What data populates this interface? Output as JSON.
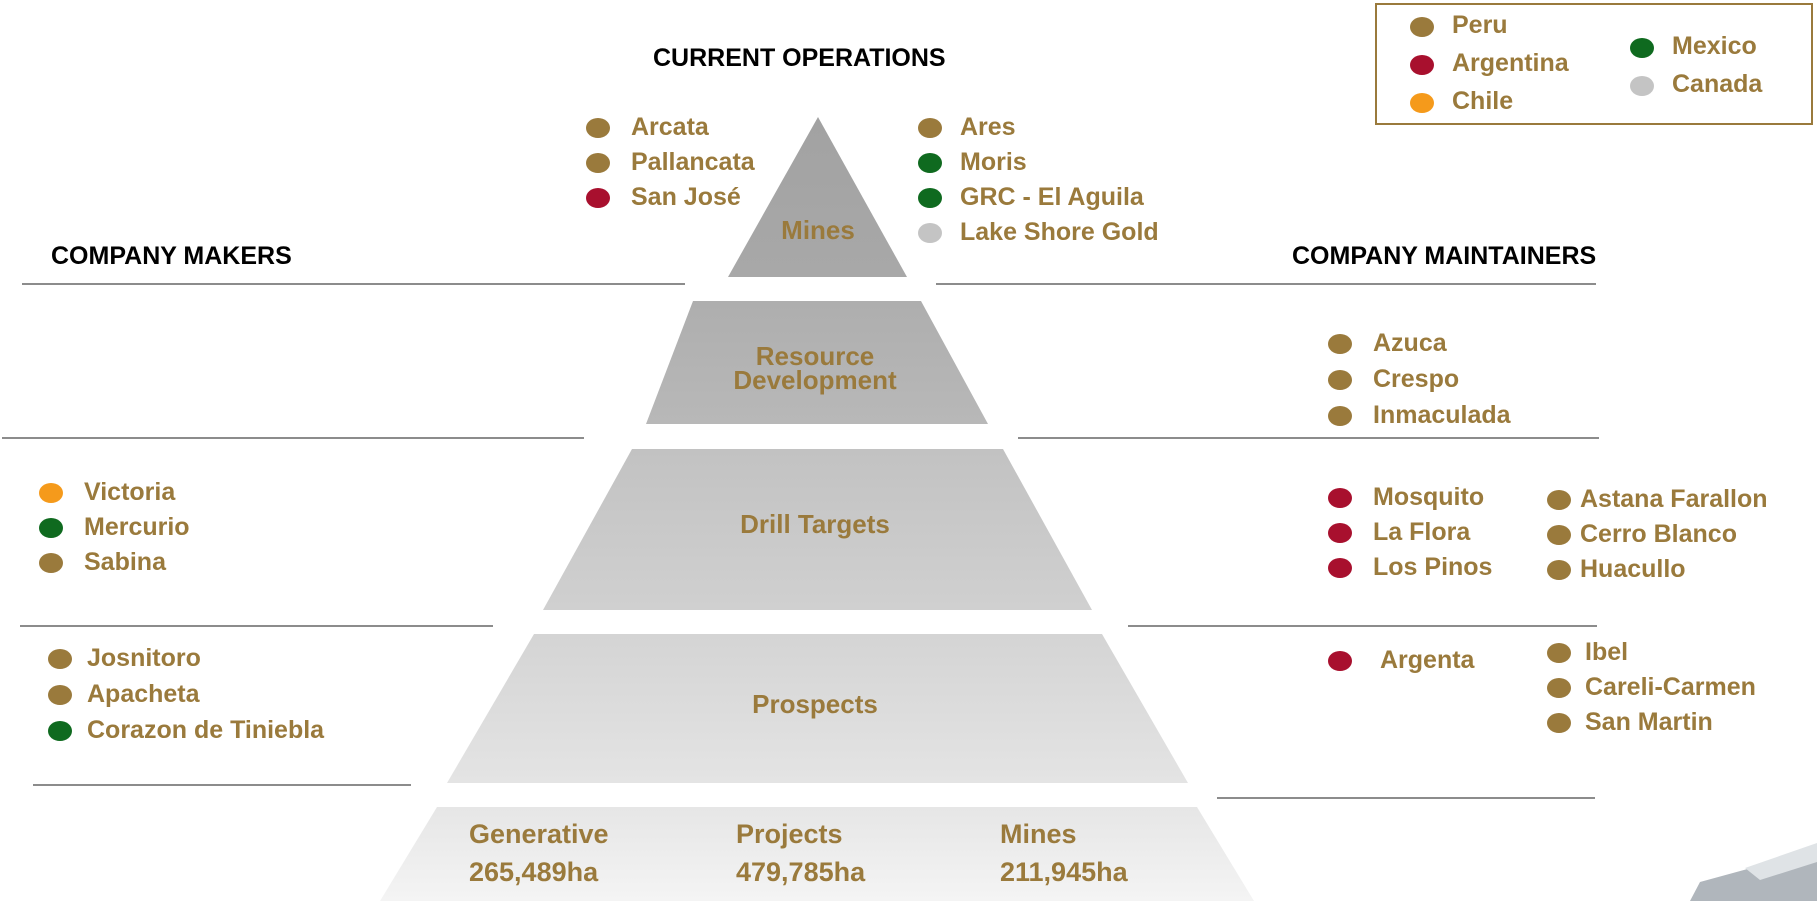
{
  "colors": {
    "peru": "#9a7a3c",
    "argentina": "#a8102e",
    "chile": "#f59a1b",
    "mexico": "#0f6a1f",
    "canada": "#c4c4c4"
  },
  "legend": [
    {
      "label": "Peru",
      "country": "peru"
    },
    {
      "label": "Argentina",
      "country": "argentina"
    },
    {
      "label": "Chile",
      "country": "chile"
    },
    {
      "label": "Mexico",
      "country": "mexico"
    },
    {
      "label": "Canada",
      "country": "canada"
    }
  ],
  "headings": {
    "current_operations": "CURRENT OPERATIONS",
    "company_makers": "COMPANY MAKERS",
    "company_maintainers": "COMPANY MAINTAINERS"
  },
  "tiers": {
    "mines": "Mines",
    "resource_development": [
      "Resource",
      "Development"
    ],
    "drill_targets": "Drill Targets",
    "prospects": "Prospects"
  },
  "base": [
    {
      "label": "Generative",
      "value": "265,489ha"
    },
    {
      "label": "Projects",
      "value": "479,785ha"
    },
    {
      "label": "Mines",
      "value": "211,945ha"
    }
  ],
  "mines_left": [
    {
      "label": "Arcata",
      "country": "peru"
    },
    {
      "label": "Pallancata",
      "country": "peru"
    },
    {
      "label": "San José",
      "country": "argentina"
    }
  ],
  "mines_right": [
    {
      "label": "Ares",
      "country": "peru"
    },
    {
      "label": "Moris",
      "country": "mexico"
    },
    {
      "label": "GRC - El Aguila",
      "country": "mexico"
    },
    {
      "label": "Lake Shore Gold",
      "country": "canada"
    }
  ],
  "resource_right": [
    {
      "label": "Azuca",
      "country": "peru"
    },
    {
      "label": "Crespo",
      "country": "peru"
    },
    {
      "label": "Inmaculada",
      "country": "peru"
    }
  ],
  "drill_left": [
    {
      "label": "Victoria",
      "country": "chile"
    },
    {
      "label": "Mercurio",
      "country": "mexico"
    },
    {
      "label": "Sabina",
      "country": "peru"
    }
  ],
  "drill_right_a": [
    {
      "label": "Mosquito",
      "country": "argentina"
    },
    {
      "label": "La Flora",
      "country": "argentina"
    },
    {
      "label": "Los Pinos",
      "country": "argentina"
    }
  ],
  "drill_right_b": [
    {
      "label": "Astana Farallon",
      "country": "peru"
    },
    {
      "label": "Cerro Blanco",
      "country": "peru"
    },
    {
      "label": "Huacullo",
      "country": "peru"
    }
  ],
  "prospects_left": [
    {
      "label": "Josnitoro",
      "country": "peru"
    },
    {
      "label": "Apacheta",
      "country": "peru"
    },
    {
      "label": "Corazon de Tiniebla",
      "country": "mexico"
    }
  ],
  "prospects_right_a": [
    {
      "label": "Argenta",
      "country": "argentina"
    }
  ],
  "prospects_right_b": [
    {
      "label": "Ibel",
      "country": "peru"
    },
    {
      "label": "Careli-Carmen",
      "country": "peru"
    },
    {
      "label": "San Martin",
      "country": "peru"
    }
  ]
}
